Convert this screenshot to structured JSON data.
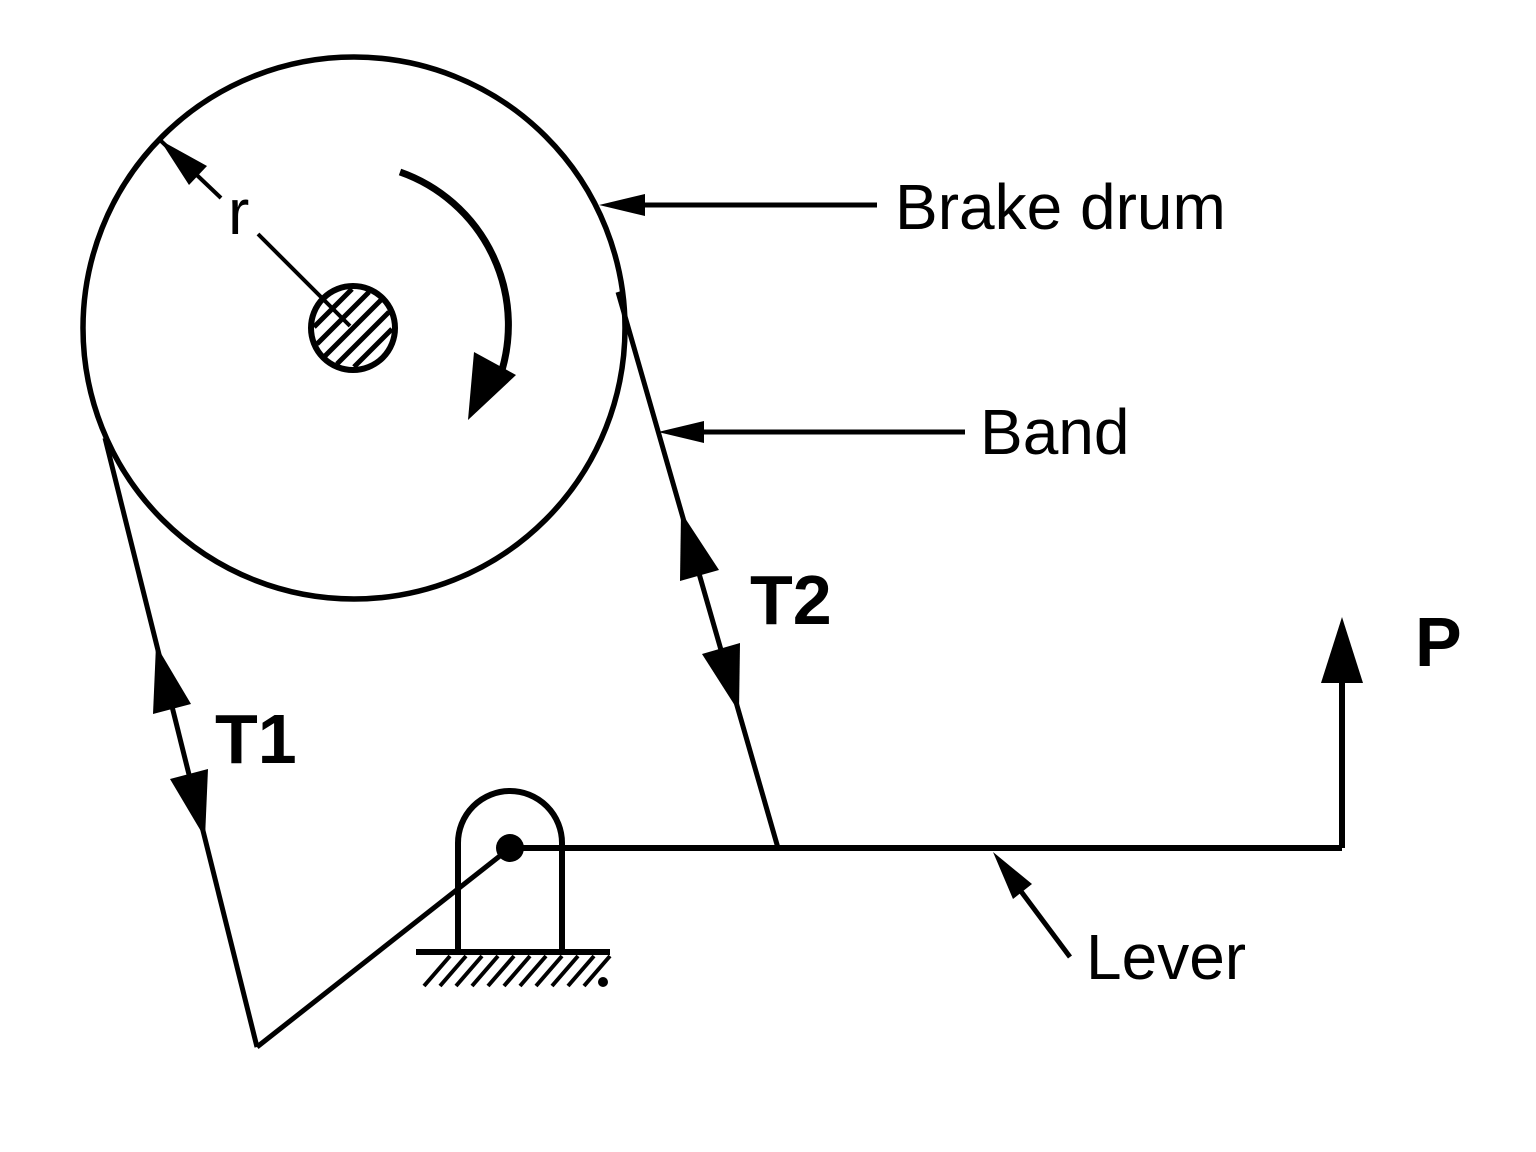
{
  "canvas": {
    "background": "#ffffff",
    "ink_color": "#000000"
  },
  "labels": {
    "brake_drum": "Brake drum",
    "band": "Band",
    "lever": "Lever",
    "tension_1": "T1",
    "tension_2": "T2",
    "applied_force": "P",
    "radius": "r"
  }
}
